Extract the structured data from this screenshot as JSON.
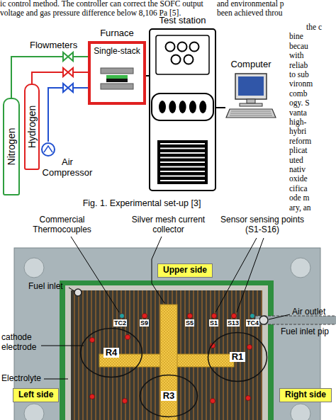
{
  "diagram": {
    "caption": "Fig. 1. Experimental set-up [3]",
    "nodes": [
      {
        "text": [
          "Nitrogen"
        ]
      },
      {
        "text": [
          "Hydrogen"
        ]
      },
      {
        "text": [
          "Air Compressor"
        ]
      },
      {
        "text": [
          "Furnace",
          "Single-stack"
        ]
      },
      {
        "text": [
          "Test station"
        ]
      },
      {
        "text": [
          "Computer"
        ]
      },
      {
        "text": [
          "Upper side"
        ]
      },
      {
        "text": [
          "R4"
        ]
      },
      {
        "text": [
          "R1"
        ]
      },
      {
        "text": [
          "Left side"
        ]
      },
      {
        "text": [
          "R3"
        ]
      },
      {
        "text": [
          "Right side"
        ]
      }
    ],
    "edges": [
      {
        "from": 0,
        "to": 3,
        "arrow": "none"
      },
      {
        "from": 1,
        "to": 3,
        "arrow": "none"
      },
      {
        "from": 2,
        "to": 3,
        "arrow": "none"
      },
      {
        "from": 3,
        "to": 4,
        "arrow": "none"
      },
      {
        "from": 4,
        "to": 5,
        "arrow": "none"
      }
    ],
    "labels": [
      "ic control method. The controller can correct the SOFC output",
      "voltage and gas pressure difference below 8,106 Pa [5].",
      "and environmental p",
      "been achieved throu",
      "the c",
      "bine",
      "becau",
      "with",
      "reliab",
      "to sub",
      "vironm",
      "comb",
      "ogy. S",
      "vanta",
      "high-",
      "hybri",
      "reform",
      "plicat",
      "uted",
      "nativ",
      "oxide",
      "cifica",
      "ode m",
      "ary, an",
      "Flowmeters",
      "Commercial Thermocouples",
      "Silver mesh current collector",
      "Sensor sensing points (S1-S16)",
      "Fuel inlet",
      "Air outlet",
      "Fuel inlet pip",
      "cathode electrode",
      "Electrolyte",
      "TC2",
      "S9",
      "S5",
      "S1",
      "S13",
      "TC4"
    ]
  }
}
